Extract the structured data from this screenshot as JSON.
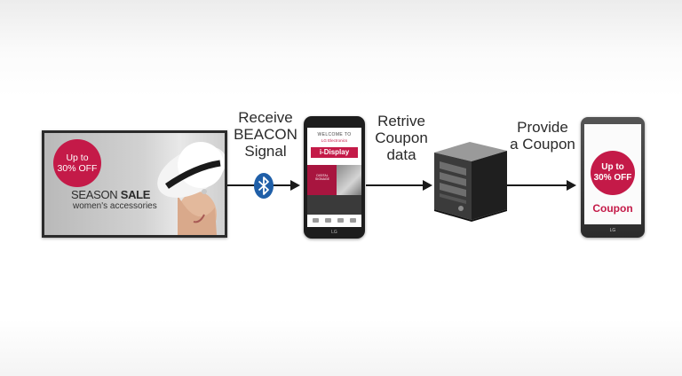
{
  "steps": {
    "receive": [
      "Receive",
      "BEACON",
      "Signal"
    ],
    "retrieve": [
      "Retrive",
      "Coupon",
      "data"
    ],
    "provide": [
      "Provide",
      "a Coupon"
    ]
  },
  "signage": {
    "badge_line1": "Up to",
    "badge_line2": "30% OFF",
    "season": "SEASON",
    "sale": "SALE",
    "subtitle": "women's accessories"
  },
  "phone_app": {
    "welcome": "WELCOME TO",
    "brand": "LG Electronics",
    "app_name": "i-Display",
    "tile_text": "DIGITAL SIGNAGE",
    "device_brand": "LG"
  },
  "coupon_phone": {
    "badge_line1": "Up to",
    "badge_line2": "30% OFF",
    "coupon": "Coupon",
    "device_brand": "LG"
  },
  "colors": {
    "accent": "#c41a48",
    "bluetooth": "#1f5fa8",
    "arrow": "#1a1a1a"
  },
  "icons": [
    "bluetooth-icon",
    "server-icon"
  ]
}
